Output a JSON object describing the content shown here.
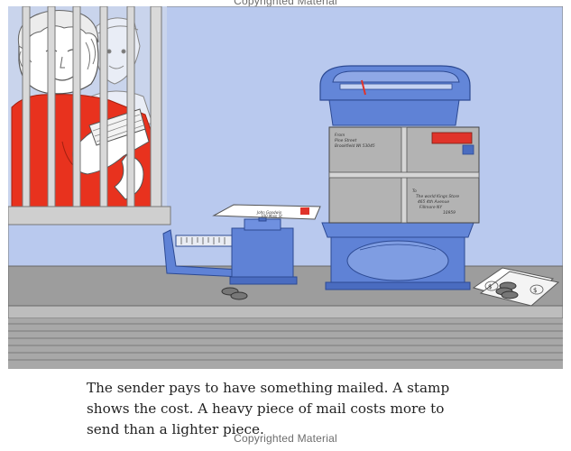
{
  "watermark": "Copyrighted Material",
  "caption": {
    "line1": "The sender pays to have something mailed. A stamp",
    "line2": "shows the cost. A heavy piece of mail costs more to",
    "line3": "send than a lighter piece."
  },
  "package_label": {
    "from_line1": "From",
    "from_line2": "Pine Street",
    "from_line3": "Brookfield WI 53045",
    "to_line1": "To",
    "to_line2": "The world Kings Store",
    "to_line3": "465 4th Avenue",
    "to_line4": "Fillmore NY",
    "to_line5": "10959"
  },
  "letter_label": {
    "line1": "John Goodwin",
    "line2": "100 Main St"
  },
  "colors": {
    "sky": "#b7c8ef",
    "window": "#c9d4ec",
    "shirt": "#e8321e",
    "scale": "#6386d8",
    "counter": "#9c9c9c",
    "stamp": "#e0332a"
  }
}
